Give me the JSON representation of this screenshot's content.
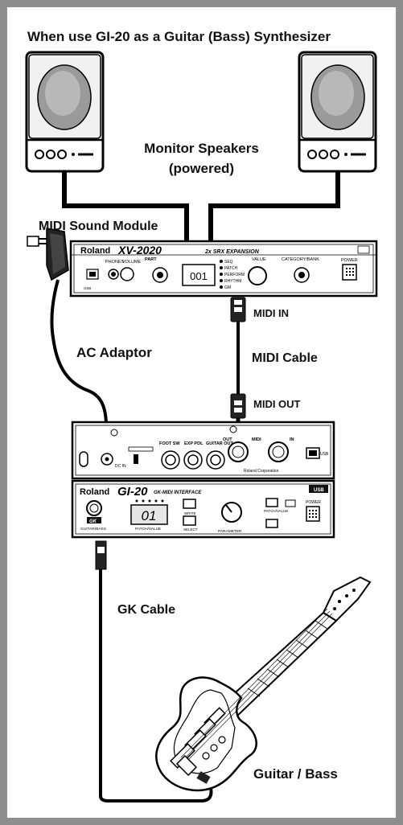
{
  "title": "When use GI-20 as a Guitar (Bass) Synthesizer",
  "labels": {
    "monitor_line1": "Monitor Speakers",
    "monitor_line2": "(powered)",
    "sound_module": "MIDI Sound Module",
    "midi_in": "MIDI IN",
    "ac_adaptor": "AC Adaptor",
    "midi_cable": "MIDI Cable",
    "midi_out": "MIDI OUT",
    "gk_cable": "GK Cable",
    "guitar_bass": "Guitar / Bass"
  },
  "xv2020": {
    "brand": "Roland",
    "model": "XV-2020",
    "subtitle": "2x SRX EXPANSION",
    "phones": "PHONES",
    "volume": "VOLUME",
    "part": "PART",
    "display": "001",
    "modes": [
      "SEQ",
      "PATCH",
      "PERFORM",
      "RHYTHM",
      "GM"
    ],
    "value": "VALUE",
    "category": "CATEGORY/BANK",
    "power": "POWER",
    "usb": "USB"
  },
  "rear_panel": {
    "dc_in": "DC IN",
    "foot_sw": "FOOT SW",
    "exp_pdl": "EXP PDL",
    "guitar_out": "GUITAR OUT",
    "out": "OUT",
    "midi": "MIDI",
    "in": "IN",
    "usb": "USB",
    "maker": "Roland Corporation"
  },
  "gi20": {
    "brand": "Roland",
    "model": "GI-20",
    "subtitle": "GK-MIDI INTERFACE",
    "display": "01",
    "gk": "GK",
    "guitar_bass_jack": "GUITAR/BASS",
    "patch_value": "PATCH/VALUE",
    "write": "WRITE",
    "select": "SELECT",
    "parameter": "PARAMETER",
    "patch_value_btn": "PATCH/VALUE",
    "power": "POWER",
    "usb": "USB"
  }
}
